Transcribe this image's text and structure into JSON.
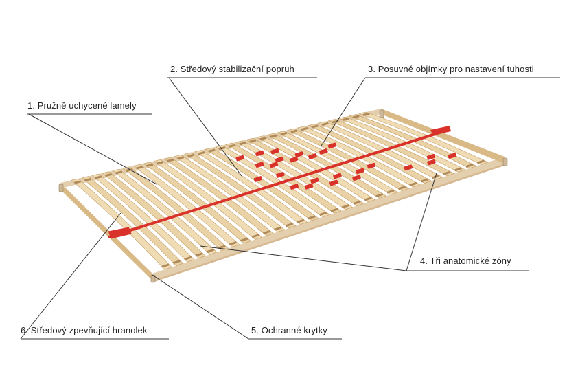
{
  "labels": {
    "l1": "1. Pružně uchycené lamely",
    "l2": "2. Středový stabilizační  popruh",
    "l3": "3. Posuvné objímky pro nastavení tuhosti",
    "l4": "4. Tři anatomické zóny",
    "l5": "5. Ochranné krytky",
    "l6": "6. Středový zpevňující hranolek"
  },
  "colors": {
    "wood_light": "#e9d3a6",
    "wood_mid": "#d9b985",
    "wood_dark": "#c49a62",
    "frame": "#e3cfae",
    "strap": "#d8322a",
    "line": "#333333"
  },
  "slat_count": 29
}
